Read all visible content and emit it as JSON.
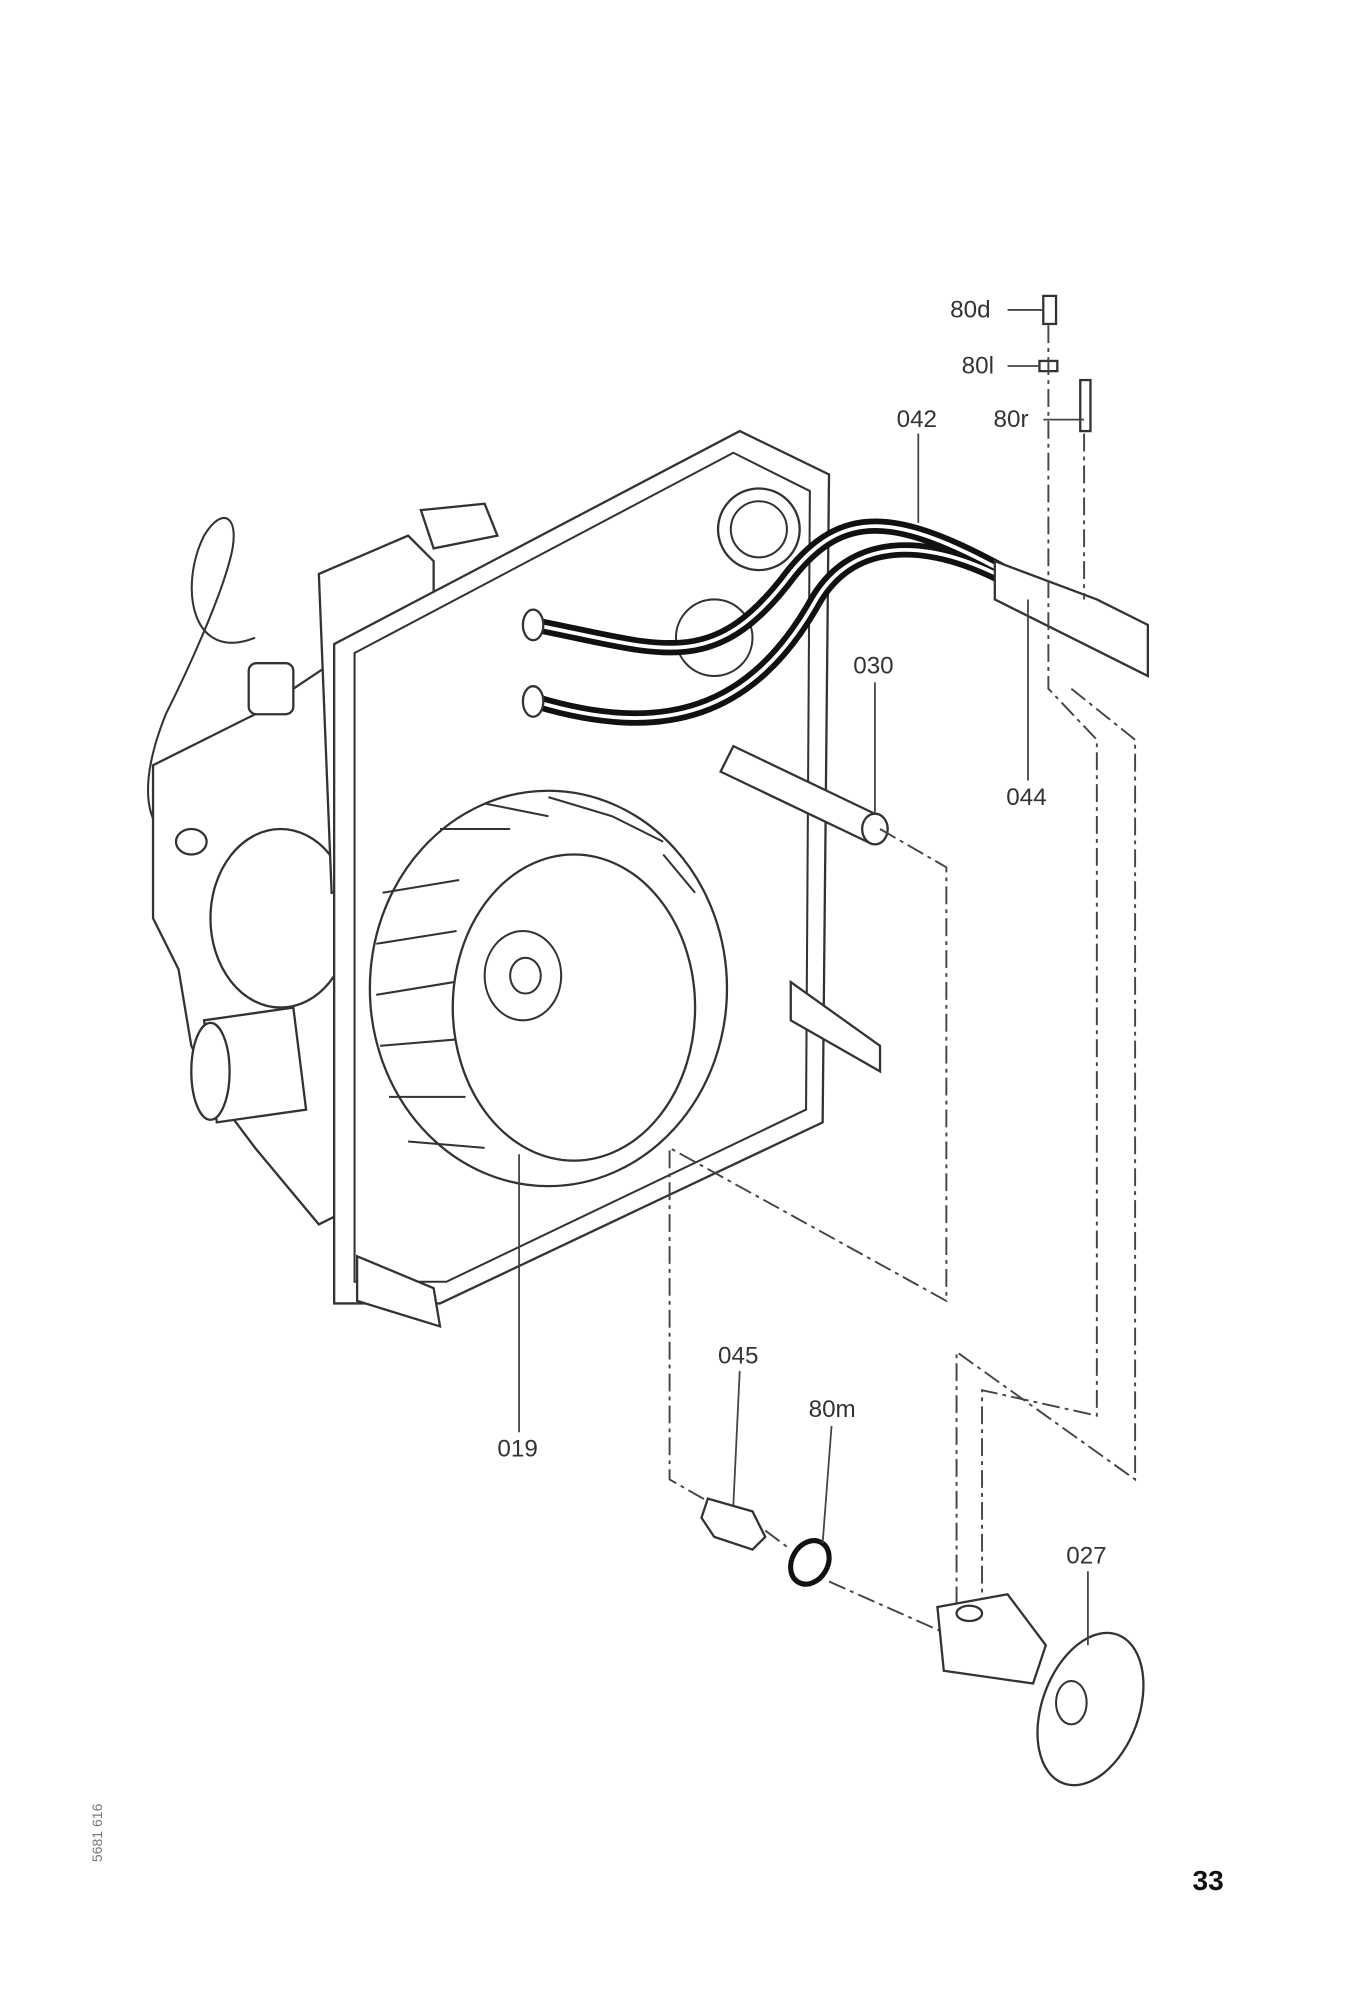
{
  "diagram": {
    "labels": {
      "p80d": "80d",
      "p80l": "80l",
      "p80r": "80r",
      "p042": "042",
      "p030": "030",
      "p044": "044",
      "p045": "045",
      "p80m": "80m",
      "p019": "019",
      "p027": "027"
    },
    "drawing_code": "5681 616",
    "page_number": "33"
  }
}
